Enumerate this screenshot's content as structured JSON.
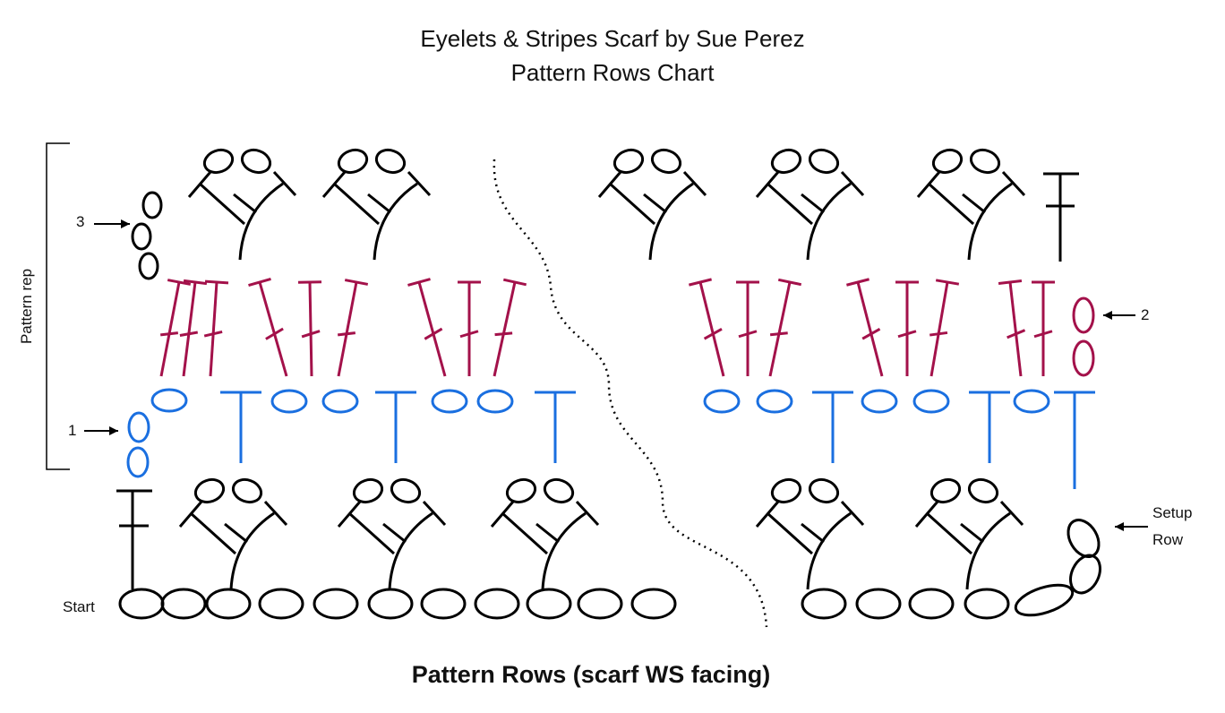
{
  "title": {
    "line1": "Eyelets & Stripes Scarf by Sue Perez",
    "line2": "Pattern Rows Chart"
  },
  "caption": "Pattern Rows (scarf WS facing)",
  "labels": {
    "row3": "3",
    "row2": "2",
    "row1": "1",
    "start": "Start",
    "setup_line1": "Setup",
    "setup_line2": "Row",
    "pattern_rep": "Pattern rep"
  },
  "colors": {
    "setup_row": "#000000",
    "row1": "#1a6fe0",
    "row2": "#a3114a",
    "row3": "#000000"
  },
  "icons": {
    "chain": "chain-icon",
    "double_crochet": "double-crochet-icon",
    "shell": "cluster-shell-icon",
    "arrow": "arrow-left-icon",
    "break": "dotted-break-line-icon"
  }
}
